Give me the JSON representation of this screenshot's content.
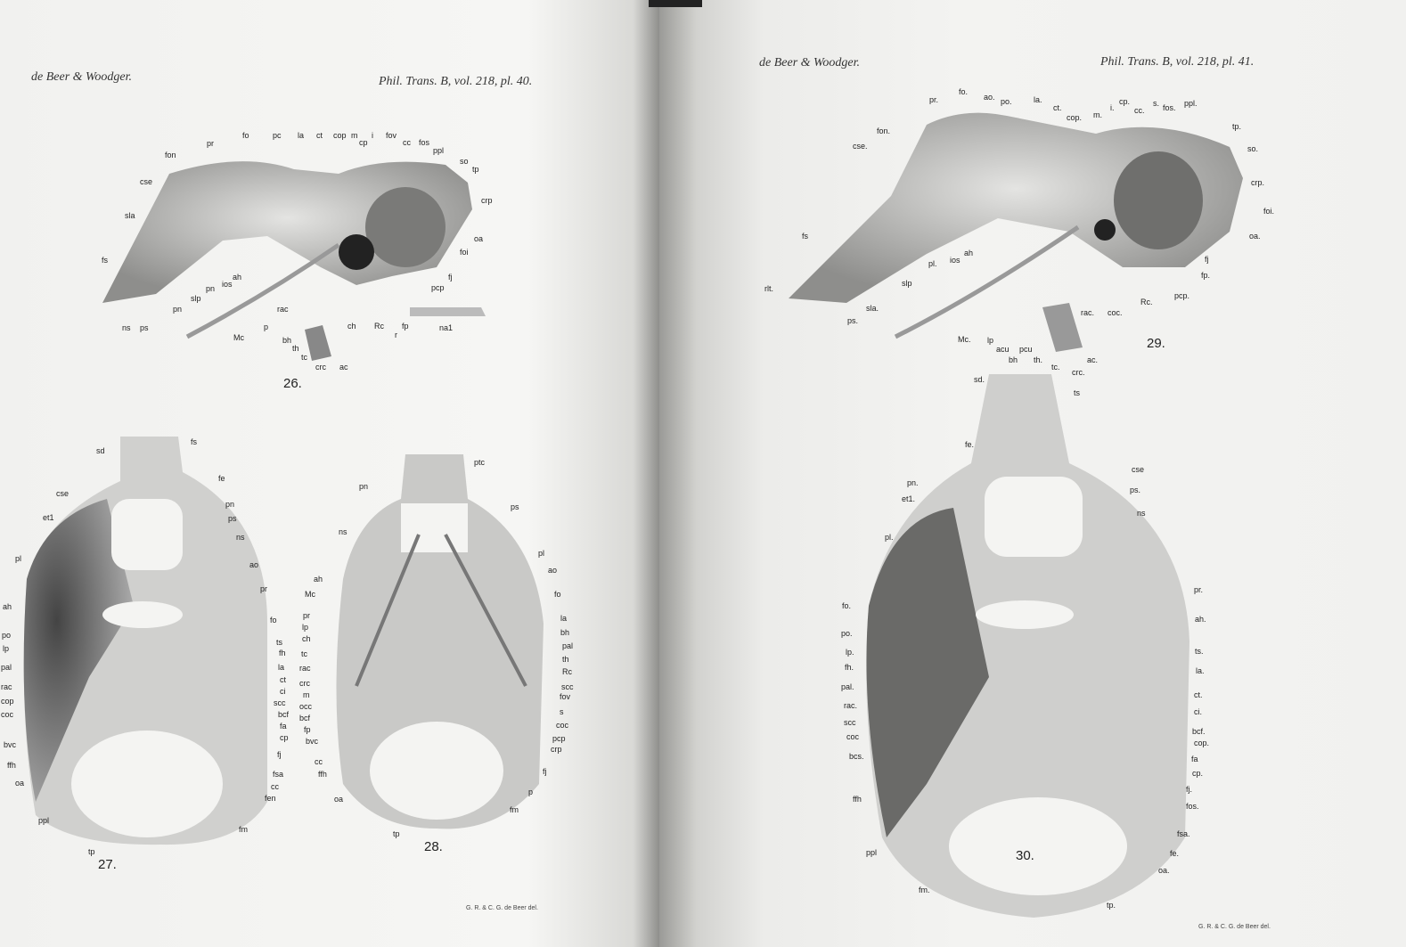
{
  "left_page": {
    "author": "de Beer & Woodger.",
    "journal": "Phil. Trans. B, vol. 218, pl. 40.",
    "credit": "G. R. & C. G. de Beer del."
  },
  "right_page": {
    "author": "de Beer & Woodger.",
    "journal": "Phil. Trans. B, vol. 218, pl. 41.",
    "credit": "G. R. & C. G. de Beer del."
  },
  "figures": [
    {
      "number": "26.",
      "labels": [
        "fon",
        "pr",
        "fo",
        "pc",
        "la",
        "ct",
        "cop",
        "m",
        "cp",
        "i",
        "fov",
        "cc",
        "fos",
        "ppl",
        "so",
        "tp",
        "crp",
        "cse",
        "sla",
        "fs",
        "oa",
        "foi",
        "fj",
        "pcp",
        "ah",
        "ios",
        "pn",
        "slp",
        "pn",
        "ns",
        "ps",
        "Mc",
        "p",
        "rac",
        "ch",
        "Rc",
        "fp",
        "r",
        "na1",
        "bh",
        "th",
        "tc",
        "crc",
        "ac"
      ]
    },
    {
      "number": "27.",
      "labels": [
        "sd",
        "fs",
        "fe",
        "cse",
        "pn",
        "et1",
        "ps",
        "ns",
        "pl",
        "ao",
        "pr",
        "ah",
        "fo",
        "po",
        "ts",
        "lp",
        "fh",
        "pal",
        "la",
        "ct",
        "rac",
        "ci",
        "cop",
        "scc",
        "coc",
        "bcf",
        "fa",
        "cp",
        "bvc",
        "fj",
        "ffh",
        "fsa",
        "oa",
        "cc",
        "fen",
        "ppl",
        "fm",
        "tp"
      ]
    },
    {
      "number": "28.",
      "labels": [
        "ptc",
        "pn",
        "ps",
        "ns",
        "pl",
        "ao",
        "ah",
        "fo",
        "Mc",
        "pr",
        "la",
        "lp",
        "bh",
        "ch",
        "pal",
        "tc",
        "th",
        "rac",
        "Rc",
        "crc",
        "scc",
        "m",
        "fov",
        "occ",
        "s",
        "bcf",
        "coc",
        "fp",
        "pcp",
        "bvc",
        "crp",
        "cc",
        "fj",
        "ffh",
        "p",
        "oa",
        "fm",
        "tp"
      ]
    },
    {
      "number": "29.",
      "labels": [
        "pr.",
        "fo.",
        "ao.",
        "po.",
        "la.",
        "ct.",
        "cop.",
        "m.",
        "i.",
        "cp.",
        "cc.",
        "s.",
        "fos.",
        "ppl.",
        "tp.",
        "so.",
        "fon.",
        "cse.",
        "crp.",
        "foi.",
        "oa.",
        "fs",
        "fj",
        "fp.",
        "ios",
        "ah",
        "pl.",
        "slp",
        "Rc.",
        "pcp.",
        "rlt.",
        "rac.",
        "coc.",
        "sla.",
        "ps.",
        "Mc.",
        "lp",
        "acu",
        "pcu",
        "bh",
        "th.",
        "tc.",
        "crc.",
        "ac."
      ]
    },
    {
      "number": "30.",
      "labels": [
        "sd.",
        "ts",
        "fe.",
        "cse",
        "pn.",
        "ps.",
        "et1.",
        "ns",
        "pl.",
        "pr.",
        "fo.",
        "ah.",
        "po.",
        "ts.",
        "lp.",
        "fh.",
        "la.",
        "pal.",
        "ct.",
        "rac.",
        "ci.",
        "scc",
        "bcf.",
        "coc",
        "cop.",
        "bcs.",
        "fa",
        "cp.",
        "fj.",
        "ffh",
        "fos.",
        "fsa.",
        "ppl",
        "fe.",
        "oa.",
        "fm.",
        "tp."
      ]
    }
  ]
}
